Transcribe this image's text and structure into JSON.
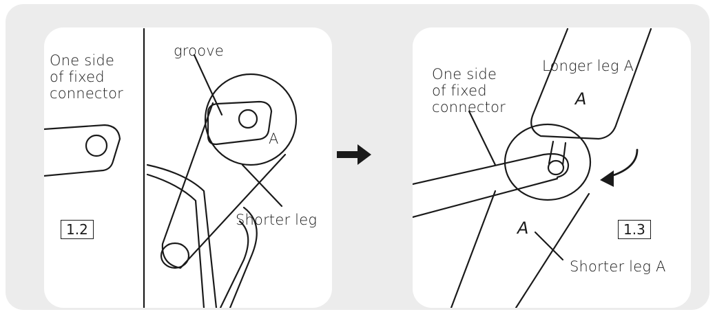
{
  "step_left": {
    "number": "1.2",
    "labels": {
      "connector": "One side\nof fixed\nconnector",
      "groove": "groove",
      "leg_mark": "A",
      "shorter_leg": "Shorter leg"
    }
  },
  "step_right": {
    "number": "1.3",
    "labels": {
      "connector": "One side\nof fixed\nconnector",
      "longer_leg": "Longer leg A",
      "longer_leg_mark": "A",
      "shorter_leg_mark": "A",
      "shorter_leg": "Shorter leg A"
    }
  },
  "colors": {
    "background": "#ececec",
    "panel": "#ffffff",
    "ink": "#1a1a1a"
  }
}
